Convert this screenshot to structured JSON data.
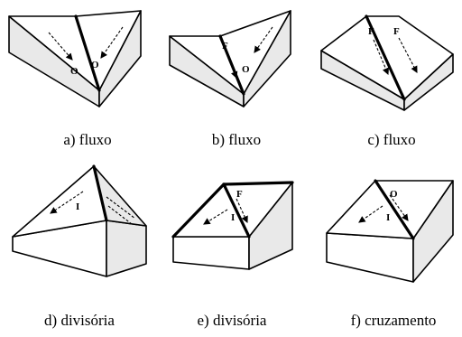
{
  "figure": {
    "panels": [
      {
        "caption": "a) fluxo",
        "marks": [
          "O",
          "O"
        ]
      },
      {
        "caption": "b) fluxo",
        "marks": [
          "F",
          "O"
        ]
      },
      {
        "caption": "c) fluxo",
        "marks": [
          "F",
          "F"
        ]
      },
      {
        "caption": "d) divisória",
        "marks": [
          "I"
        ]
      },
      {
        "caption": "e) divisória",
        "marks": [
          "F",
          "I"
        ]
      },
      {
        "caption": "f) cruzamento",
        "marks": [
          "O",
          "I"
        ]
      }
    ]
  }
}
